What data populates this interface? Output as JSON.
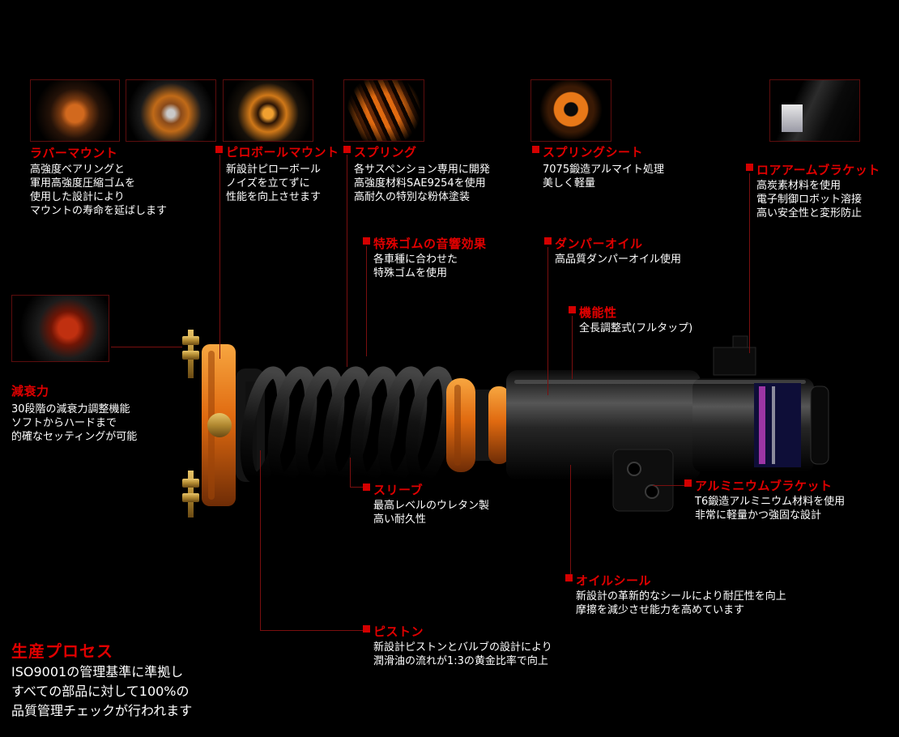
{
  "colors": {
    "background": "#000000",
    "heading_red": "#e00000",
    "body_text": "#ffffff",
    "marker_red": "#d40000",
    "connector_red": "#7a0f0f",
    "product_orange": "#e06a10"
  },
  "callouts": {
    "rubber_mount": {
      "title": "ラバーマウント",
      "lines": [
        "高強度ベアリングと",
        "軍用高強度圧縮ゴムを",
        "使用した設計により",
        "マウントの寿命を延ばします"
      ]
    },
    "pillow_ball_mount": {
      "title": "ピロボールマウント",
      "lines": [
        "新設計ピローボール",
        "ノイズを立てずに",
        "性能を向上させます"
      ]
    },
    "spring": {
      "title": "スプリング",
      "lines": [
        "各サスペンション専用に開発",
        "高強度材料SAE9254を使用",
        "高耐久の特別な粉体塗装"
      ]
    },
    "special_rubber": {
      "title": "特殊ゴムの音響効果",
      "lines": [
        "各車種に合わせた",
        "特殊ゴムを使用"
      ]
    },
    "spring_seat": {
      "title": "スプリングシート",
      "lines": [
        "7075鍛造アルマイト処理",
        "美しく軽量"
      ]
    },
    "damper_oil": {
      "title": "ダンパーオイル",
      "lines": [
        "高品質ダンパーオイル使用"
      ]
    },
    "functionality": {
      "title": "機能性",
      "lines": [
        "全長調整式(フルタップ)"
      ]
    },
    "lower_arm_bracket": {
      "title": "ロアアームブラケット",
      "lines": [
        "高炭素材料を使用",
        "電子制御ロボット溶接",
        "高い安全性と変形防止"
      ]
    },
    "damping_force": {
      "title": "減衰力",
      "lines": [
        "30段階の減衰力調整機能",
        "ソフトからハードまで",
        "的確なセッティングが可能"
      ]
    },
    "sleeve": {
      "title": "スリーブ",
      "lines": [
        "最高レベルのウレタン製",
        "高い耐久性"
      ]
    },
    "aluminum_bracket": {
      "title": "アルミニウムブラケット",
      "lines": [
        "T6鍛造アルミニウム材料を使用",
        "非常に軽量かつ強固な設計"
      ]
    },
    "oil_seal": {
      "title": "オイルシール",
      "lines": [
        "新設計の革新的なシールにより耐圧性を向上",
        "摩擦を減少させ能力を高めています"
      ]
    },
    "piston": {
      "title": "ピストン",
      "lines": [
        "新設計ピストンとバルブの設計により",
        "潤滑油の流れが1:3の黄金比率で向上"
      ]
    },
    "production_process": {
      "title": "生産プロセス",
      "lines": [
        "ISO9001の管理基準に準拠し",
        "すべての部品に対して100%の",
        "品質管理チェックが行われます"
      ]
    }
  }
}
